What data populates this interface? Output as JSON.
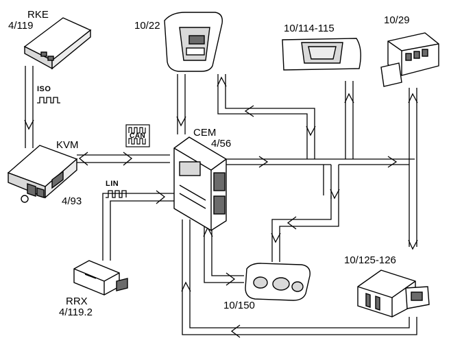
{
  "labels": {
    "rke_name": "RKE",
    "rke_code": "4/119",
    "kvm_name": "KVM",
    "kvm_code": "4/93",
    "cem_name": "CEM",
    "cem_code": "4/56",
    "rrx_name": "RRX",
    "rrx_code": "4/119.2",
    "overhead_code": "10/22",
    "visor_code": "10/114-115",
    "handle_code": "10/29",
    "interior_lamp_code": "10/150",
    "footwell_lamp_code": "10/125-126"
  },
  "signals": {
    "iso": "ISO",
    "can": "CAN",
    "lin": "LIN"
  },
  "colors": {
    "line": "#000000",
    "fill": "#ffffff",
    "shade": "#d9d9d9",
    "dark": "#6b6b6b"
  }
}
